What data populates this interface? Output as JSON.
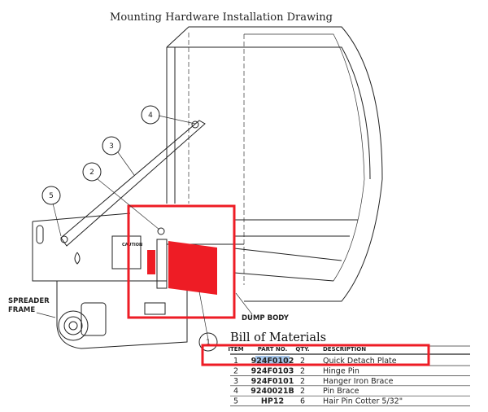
{
  "title": "Mounting Hardware Installation Drawing",
  "labels": {
    "spreader_frame_1": "SPREADER",
    "spreader_frame_2": "FRAME",
    "dump_body": "DUMP BODY",
    "caution": "CAUTION"
  },
  "callouts": [
    "1",
    "2",
    "3",
    "4",
    "5"
  ],
  "bom": {
    "title": "Bill of Materials",
    "headers": [
      "ITEM",
      "PART NO.",
      "QTY.",
      "DESCRIPTION"
    ],
    "rows": [
      {
        "item": "1",
        "part": "924F0102",
        "qty": "2",
        "desc": "Quick Detach Plate"
      },
      {
        "item": "2",
        "part": "924F0103",
        "qty": "2",
        "desc": "Hinge Pin"
      },
      {
        "item": "3",
        "part": "924F0101",
        "qty": "2",
        "desc": "Hanger Iron Brace"
      },
      {
        "item": "4",
        "part": "9240021B",
        "qty": "2",
        "desc": "Pin Brace"
      },
      {
        "item": "5",
        "part": "HP12",
        "qty": "6",
        "desc": "Hair Pin Cotter 5/32\""
      }
    ]
  },
  "colors": {
    "highlight": "#ee1c25",
    "selection": "#a8c8ec"
  }
}
